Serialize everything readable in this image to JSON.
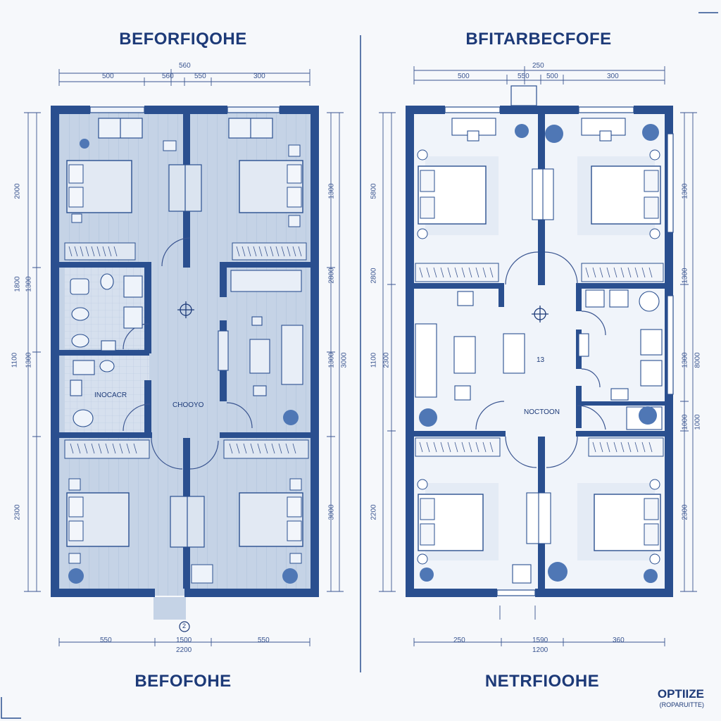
{
  "left_plan": {
    "top_title": "BEFORFIQOHE",
    "bottom_title": "BEFOFOHE",
    "top_dims": {
      "overall": "560",
      "a": "500",
      "b": "560",
      "c": "550",
      "d": "300"
    },
    "bottom_dims": {
      "a": "550",
      "b": "1500",
      "c": "550",
      "overall": "2200"
    },
    "left_dims": [
      "2000",
      "1800",
      "1100",
      "2300"
    ],
    "left_dims_inner": [
      "1300",
      "1300"
    ],
    "right_dims": [
      "1300",
      "2800",
      "1300",
      "3000",
      "3000"
    ],
    "labels": {
      "bath": "INOCACR",
      "corridor": "CHOOYO"
    },
    "entry_mark": "2"
  },
  "right_plan": {
    "top_title": "BFITARBECFOFE",
    "bottom_title": "NETRFIOOHE",
    "top_dims": {
      "overall": "250",
      "a": "500",
      "b": "550",
      "c": "500",
      "d": "300"
    },
    "bottom_dims": {
      "a": "250",
      "b": "1590",
      "c": "360",
      "overall": "1200"
    },
    "left_dims": [
      "5800",
      "2800",
      "1100",
      "2300",
      "2200"
    ],
    "right_dims": [
      "1300",
      "1300",
      "1300",
      "8000",
      "1000",
      "1000",
      "2300"
    ],
    "labels": {
      "living": "NOCTOON",
      "room_number": "13"
    }
  },
  "brand": {
    "main": "OPTIIZE",
    "sub": "(ROPARUITTE)"
  },
  "colors": {
    "wall": "#2a4f8f",
    "line": "#3a5590",
    "floor_before": "#c9d6e8",
    "floor_after": "#f0f4fa"
  }
}
